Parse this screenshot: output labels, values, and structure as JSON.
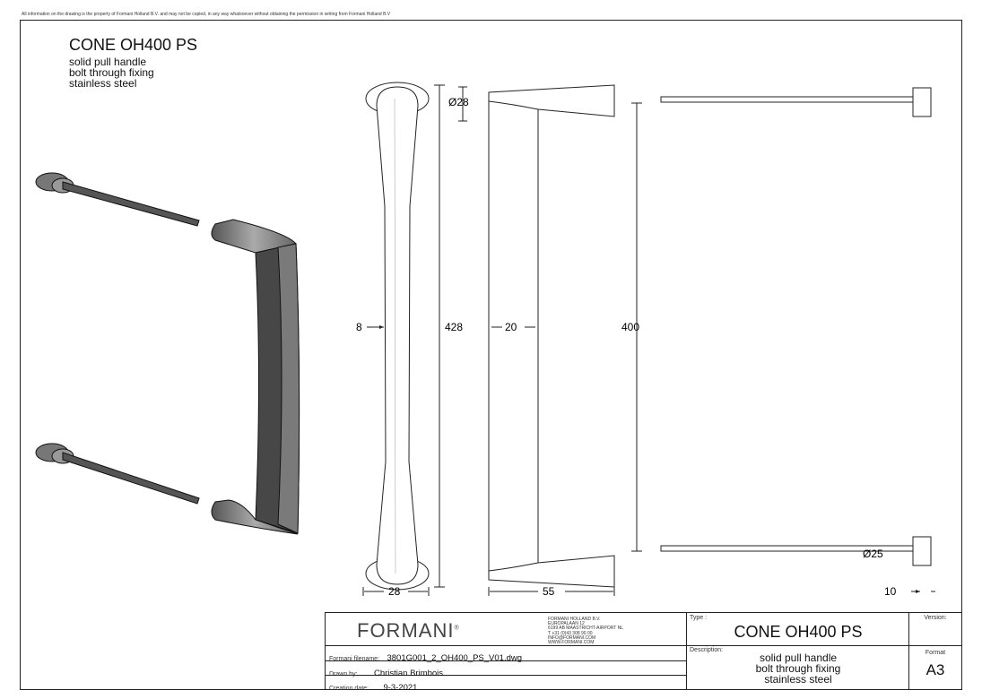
{
  "notice": "All information on the drawing is the property of Formani Holland B.V. and may not be copied, in any way whatsoever without obtaining the permission in writing from Formani Holland B.V",
  "header": {
    "title": "CONE OH400 PS",
    "lines": [
      "solid pull handle",
      "bolt through fixing",
      "stainless steel"
    ]
  },
  "dimensions": {
    "rosette_diameter": "Ø28",
    "overall_length": "428",
    "front_width": "8",
    "side_width": "20",
    "center_distance": "400",
    "bolt_diameter": "Ø25",
    "base_width": "28",
    "projection": "55",
    "cap_thickness": "10"
  },
  "title_block": {
    "logo": "FORMANI",
    "logo_mark": "®",
    "address": [
      "FORMANI HOLLAND B.V.",
      "EUROPALAAN 12",
      "6199 AB MAASTRICHT-AIRPORT NL",
      "T +31 (0)43 308 90 00",
      "INFO@FORMANI.COM",
      "WWW.FORMANI.COM"
    ],
    "filename_label": "Formani filename:",
    "filename": "3801G001_2_OH400_PS_V01.dwg",
    "drawn_by_label": "Drawn by:",
    "drawn_by": "Christian Brimbois",
    "creation_date_label": "Creation date:",
    "creation_date": "9-3-2021",
    "type_label": "Type :",
    "type": "CONE OH400 PS",
    "description_label": "Description:",
    "description": [
      "solid pull handle",
      "bolt through fixing",
      "stainless steel"
    ],
    "version_label": "Version:",
    "format_label": "Format",
    "format": "A3"
  }
}
